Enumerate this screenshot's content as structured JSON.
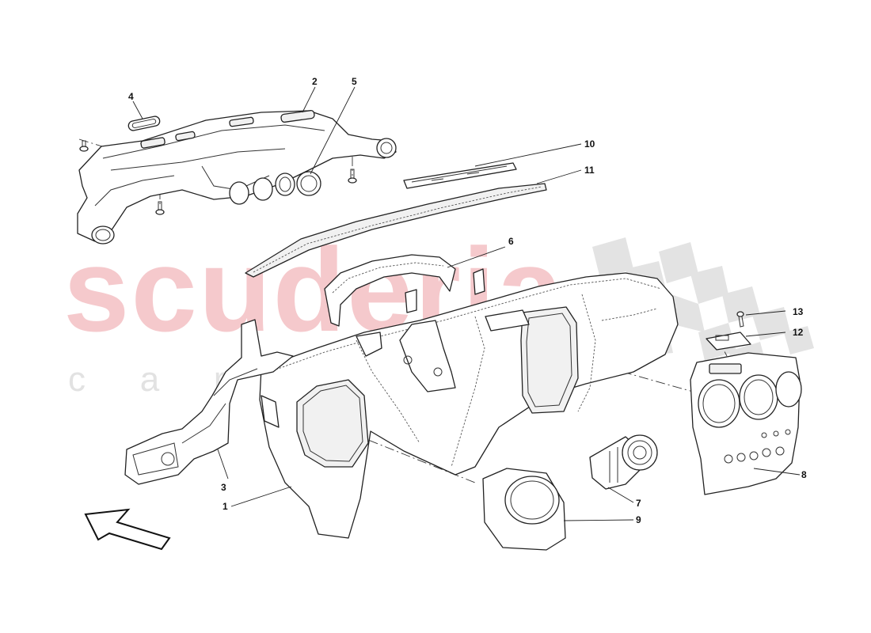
{
  "watermark": {
    "brand": "scuderia",
    "tagline": "c a r p a r t s"
  },
  "callouts": [
    "1",
    "2",
    "3",
    "4",
    "5",
    "6",
    "7",
    "8",
    "9",
    "10",
    "11",
    "12",
    "13"
  ],
  "colors": {
    "watermark_red": "#f5c9cc",
    "watermark_grey": "#e2e2e2",
    "checker": "#e3e3e3",
    "line": "#222222"
  }
}
